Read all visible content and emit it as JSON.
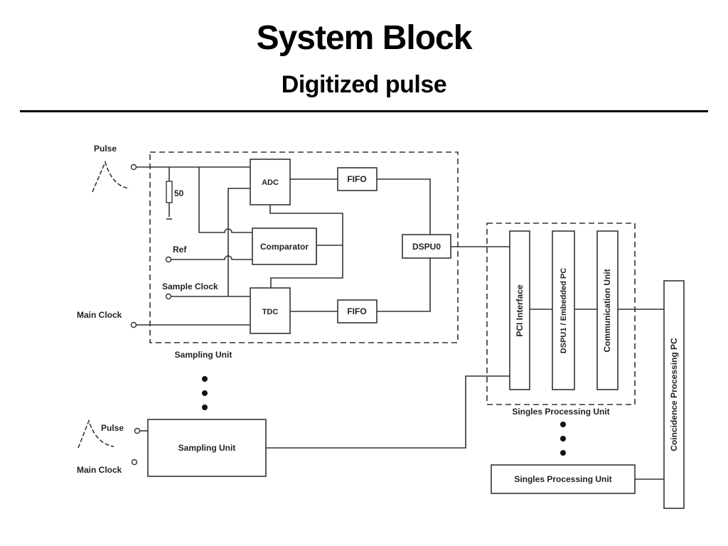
{
  "header": {
    "title": "System Block",
    "subtitle": "Digitized pulse"
  },
  "diagram": {
    "sampling_unit_group": {
      "label": "Sampling Unit",
      "inputs": {
        "pulse": "Pulse",
        "resistor": "50",
        "ref": "Ref",
        "sample_clock": "Sample Clock",
        "main_clock": "Main Clock"
      },
      "blocks": {
        "adc": "ADC",
        "comparator": "Comparator",
        "tdc": "TDC",
        "fifo_top": "FIFO",
        "fifo_bottom": "FIFO",
        "dspu0": "DSPU0"
      }
    },
    "singles_processing_group": {
      "label": "Singles Processing Unit",
      "blocks": {
        "pci_interface": "PCI Interface",
        "dspu1": "DSPU1 / Embedded PC",
        "communication_unit": "Communication Unit"
      }
    },
    "lower_sampling_unit": {
      "label": "Sampling Unit",
      "pulse": "Pulse",
      "main_clock": "Main Clock"
    },
    "lower_singles_processing_unit": {
      "label": "Singles Processing Unit"
    },
    "coincidence_pc": {
      "label": "Coincidence Processing PC"
    },
    "colors": {
      "line": "#333333",
      "box_fill": "#ffffff",
      "text": "#222222"
    }
  }
}
